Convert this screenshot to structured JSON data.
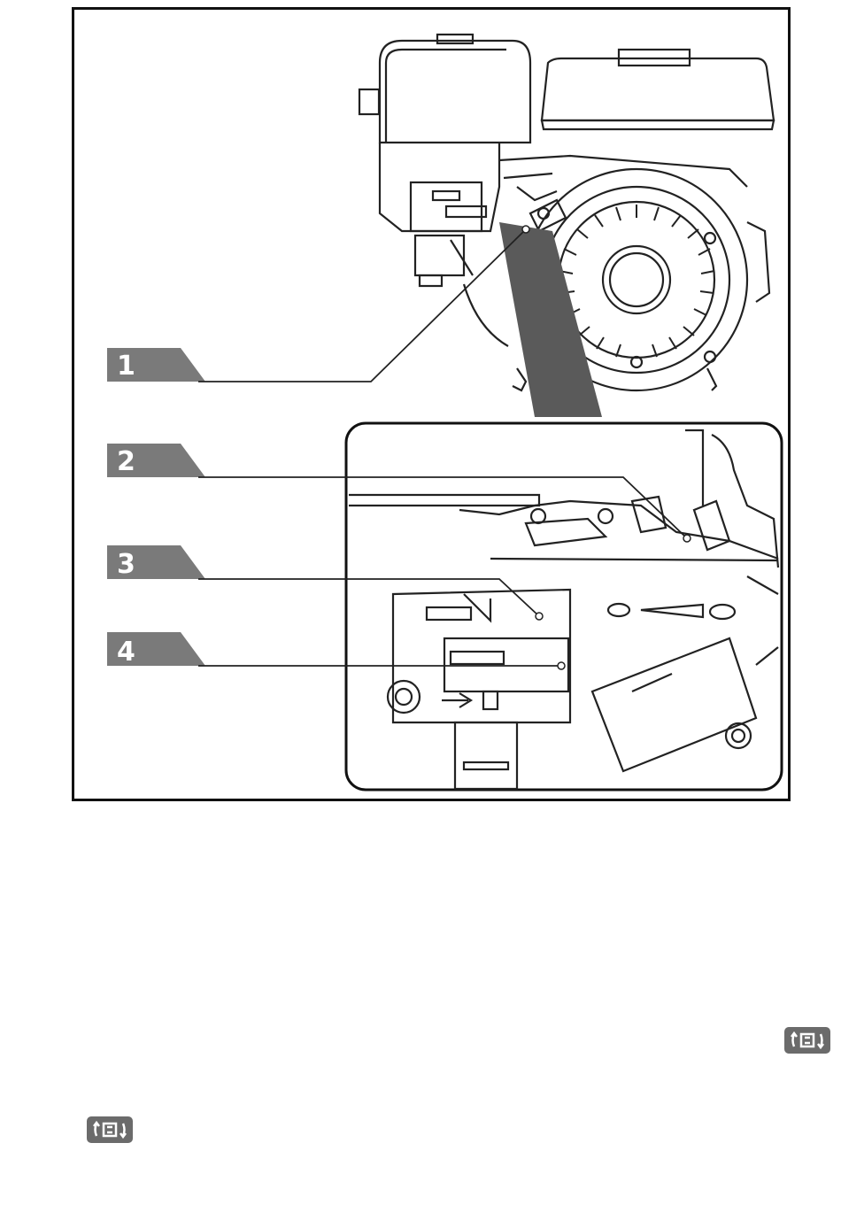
{
  "figure": {
    "callouts": [
      {
        "number": "1"
      },
      {
        "number": "2"
      },
      {
        "number": "3"
      },
      {
        "number": "4"
      }
    ]
  },
  "nav": {
    "next_icon": "page-swap-icon",
    "prev_icon": "page-swap-icon"
  },
  "colors": {
    "callout_fill": "#7a7a7a",
    "line": "#222222"
  }
}
